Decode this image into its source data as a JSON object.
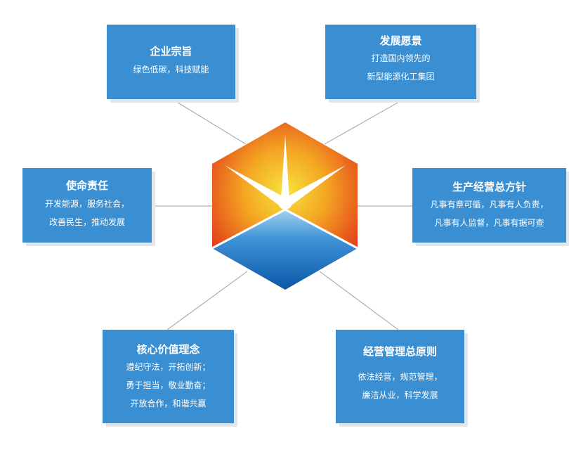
{
  "colors": {
    "card_bg": "#3a8fd2",
    "card_text": "#ffffff",
    "connector": "#9aa0a6",
    "logo_orange": "#e8531e",
    "logo_yellow": "#f7e23a",
    "logo_blue": "#0b63b3"
  },
  "cards": {
    "mission": {
      "title": "企业宗旨",
      "lines": [
        "绿色低碳，科技赋能"
      ]
    },
    "vision": {
      "title": "发展愿景",
      "lines": [
        "打造国内领先的",
        "新型能源化工集团"
      ]
    },
    "responsibility": {
      "title": "使命责任",
      "lines": [
        "开发能源，服务社会，",
        "改善民生，推动发展"
      ]
    },
    "policy": {
      "title": "生产经营总方针",
      "lines": [
        "凡事有章可循，凡事有人负责，",
        "凡事有人监督，凡事有据可查"
      ]
    },
    "values": {
      "title": "核心价值理念",
      "lines": [
        "遵纪守法，开拓创新；",
        "勇于担当，敬业勤奋；",
        "开放合作，和谐共赢"
      ]
    },
    "principles": {
      "title": "经营管理总原则",
      "lines": [
        "依法经营，规范管理，",
        "廉洁从业，科学发展"
      ]
    }
  }
}
